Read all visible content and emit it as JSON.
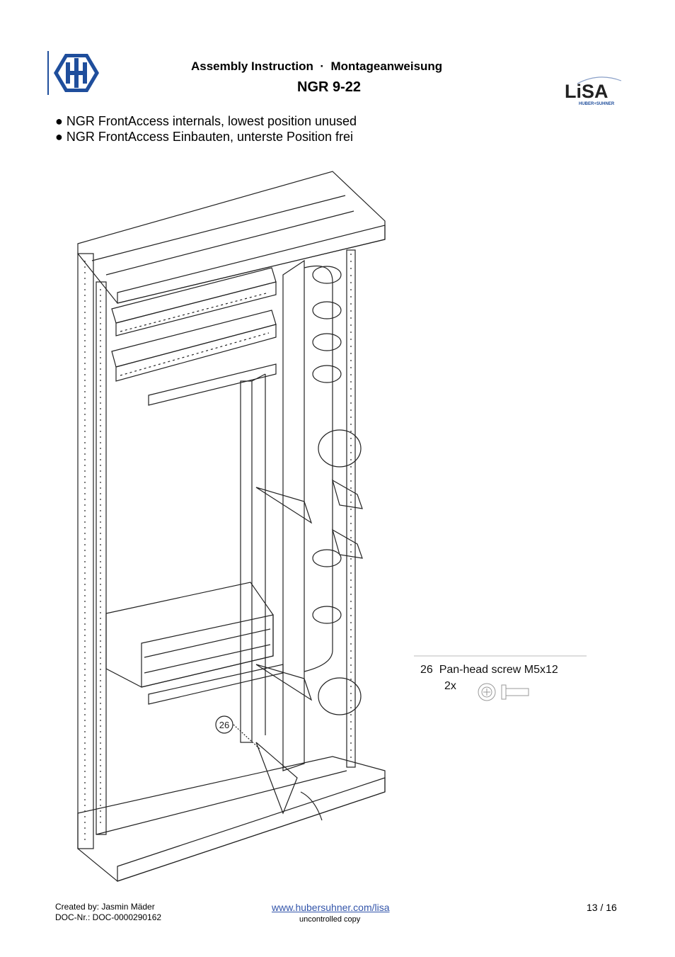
{
  "header": {
    "title_en": "Assembly Instruction",
    "title_sep": "·",
    "title_de": "Montageanweisung",
    "product": "NGR 9-22",
    "brand_logo_text": "LiSA",
    "brand_logo_subtext": "HUBER+SUHNER"
  },
  "bullets": [
    "● NGR FrontAccess internals, lowest position unused",
    "● NGR FrontAccess Einbauten, unterste Position frei"
  ],
  "drawing": {
    "callout": "26"
  },
  "legend": {
    "number": "26",
    "label": "Pan-head screw M5x12",
    "quantity": "2x"
  },
  "footer": {
    "created_by": "Created by: Jasmin Mäder",
    "doc_nr": "DOC-Nr.: DOC-0000290162",
    "url": "www.hubersuhner.com/lisa",
    "copy_note": "uncontrolled copy",
    "page": "13 / 16"
  },
  "colors": {
    "logo_blue": "#1f4e9c",
    "link": "#3355aa",
    "line": "#222222"
  }
}
